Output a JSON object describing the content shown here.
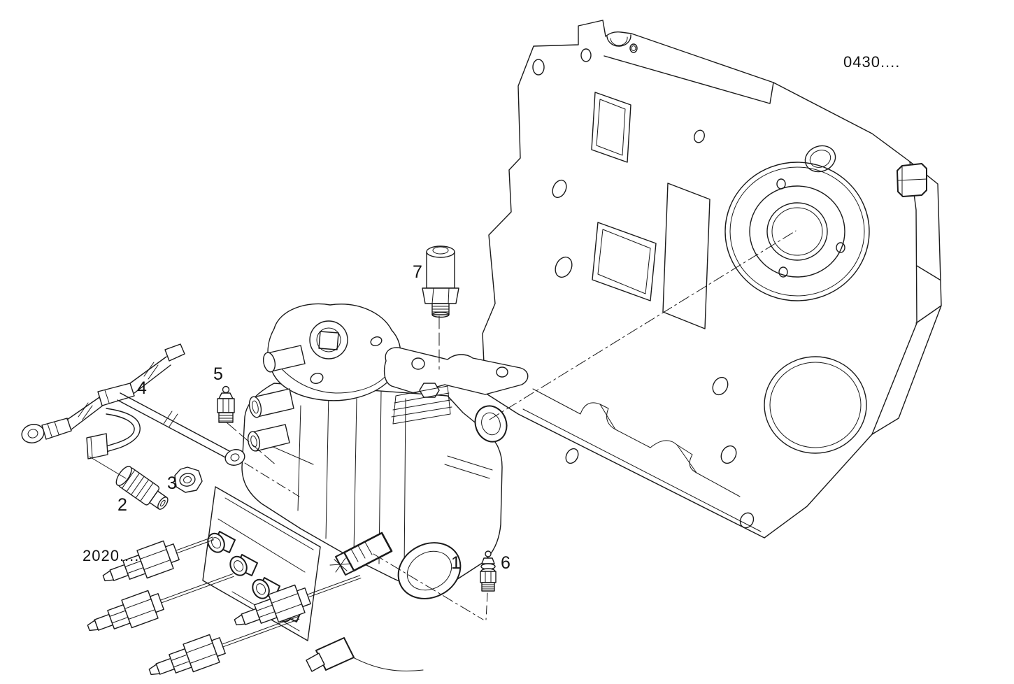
{
  "diagram": {
    "background": "#ffffff",
    "line_color": "#1a1a1a",
    "ref_labels": {
      "gear_case": "0430....",
      "injector_pipes": "2020...."
    },
    "callouts": [
      "1",
      "2",
      "3",
      "4",
      "5",
      "6",
      "7"
    ]
  }
}
